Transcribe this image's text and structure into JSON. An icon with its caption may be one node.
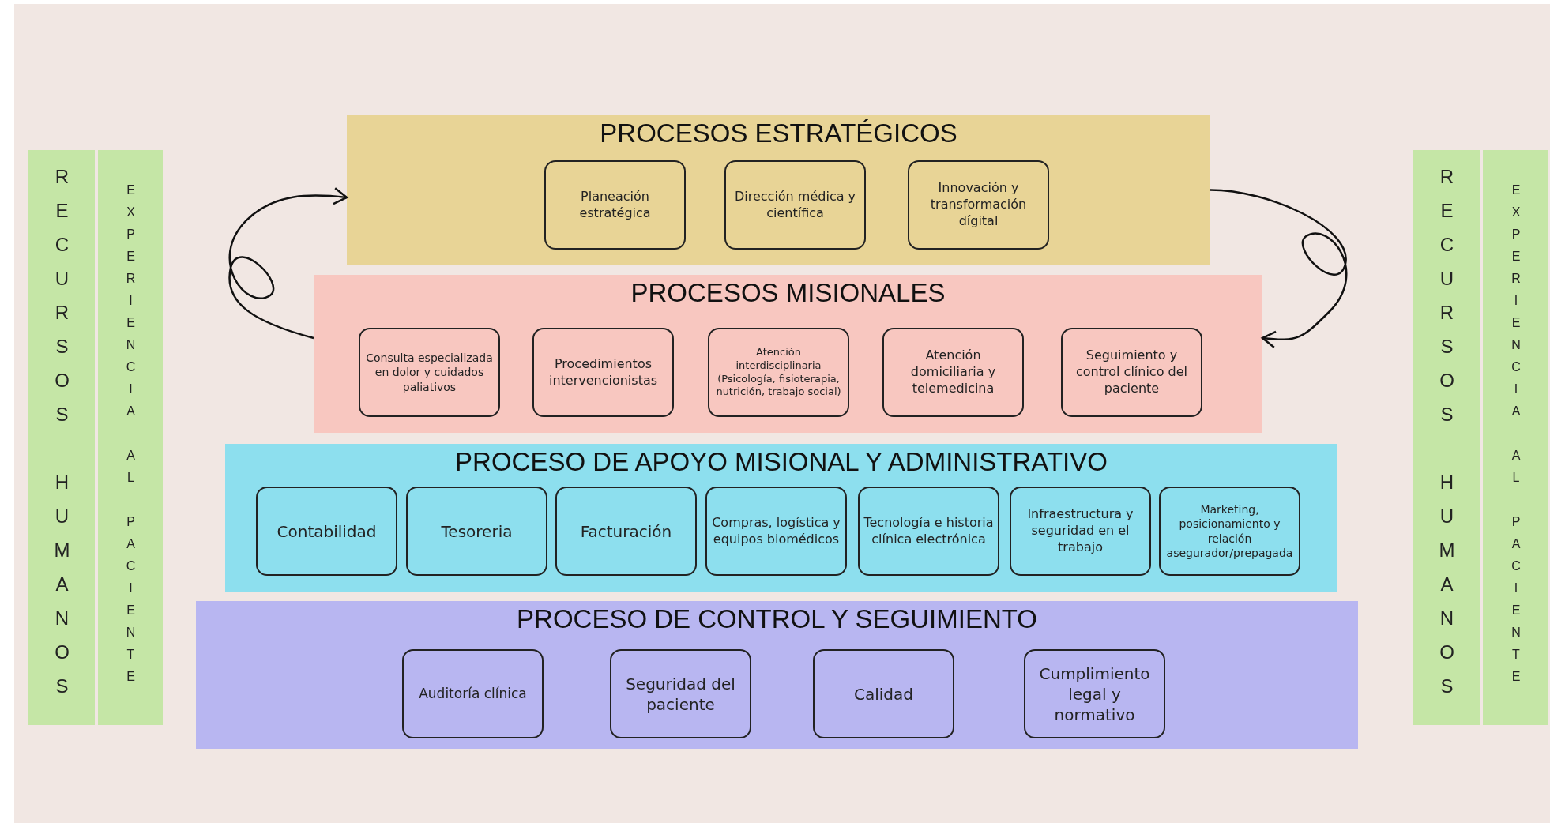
{
  "diagram": {
    "nodes": [
      {
        "text": [
          "RECURSOS HUMANOS"
        ]
      },
      {
        "text": [
          "EXPERIENCIA AL PACIENTE"
        ]
      },
      {
        "text": [
          "PROCESOS ESTRATÉGICOS"
        ]
      },
      {
        "text": [
          "Planeación estratégica"
        ],
        "in": 2
      },
      {
        "text": [
          "Dirección médica y científica"
        ],
        "in": 2
      },
      {
        "text": [
          "Innovación y transformación dígital"
        ],
        "in": 2
      },
      {
        "text": [
          "PROCESOS MISIONALES"
        ]
      },
      {
        "text": [
          "Consulta especializada en dolor y cuidados paliativos"
        ],
        "in": 6
      },
      {
        "text": [
          "Procedimientos intervencionistas"
        ],
        "in": 6
      },
      {
        "text": [
          "Atención interdisciplinaria (Psicología, fisioterapia, nutrición, trabajo social)"
        ],
        "in": 6
      },
      {
        "text": [
          "Atención domiciliaria y telemedicina"
        ],
        "in": 6
      },
      {
        "text": [
          "Seguimiento y control clínico del paciente"
        ],
        "in": 6
      },
      {
        "text": [
          "PROCESO DE APOYO MISIONAL Y ADMINISTRATIVO"
        ]
      },
      {
        "text": [
          "Contabilidad"
        ],
        "in": 12
      },
      {
        "text": [
          "Tesoreria"
        ],
        "in": 12
      },
      {
        "text": [
          "Facturación"
        ],
        "in": 12
      },
      {
        "text": [
          "Compras, logística y equipos biomédicos"
        ],
        "in": 12
      },
      {
        "text": [
          "Tecnología e historia clínica electrónica"
        ],
        "in": 12
      },
      {
        "text": [
          "Infraestructura y seguridad en el trabajo"
        ],
        "in": 12
      },
      {
        "text": [
          "Marketing, posicionamiento y relación asegurador/prepagada"
        ],
        "in": 12
      },
      {
        "text": [
          "PROCESO DE CONTROL Y SEGUIMIENTO"
        ]
      },
      {
        "text": [
          "Auditoría clínica"
        ],
        "in": 20
      },
      {
        "text": [
          "Seguridad del paciente"
        ],
        "in": 20
      },
      {
        "text": [
          "Calidad"
        ],
        "in": 20
      },
      {
        "text": [
          "Cumplimiento legal y normativo"
        ],
        "in": 20
      },
      {
        "text": [
          "RECURSOS HUMANOS"
        ]
      },
      {
        "text": [
          "EXPERIENCIA AL PACIENTE"
        ]
      }
    ],
    "edges": [
      {
        "from": 6,
        "to": 2,
        "arrow": "to"
      },
      {
        "from": 2,
        "to": 6,
        "arrow": "to"
      }
    ]
  }
}
